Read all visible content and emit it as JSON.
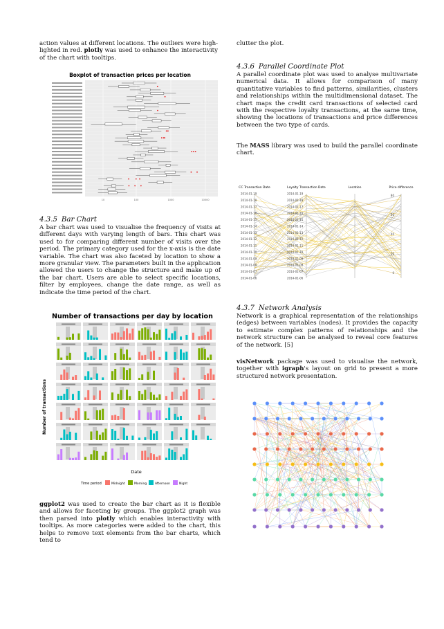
{
  "left_top_para": "action values at different locations. The outliers were highlighted in red. plotly was used to enhance the interactivity of the chart with tooltips.",
  "left_top_para_parts": [
    "action values at different locations. The outliers were high-",
    "lighted in red. ",
    "plotly",
    " was used to enhance the interactivity",
    "of the chart with tooltips."
  ],
  "boxplot": {
    "title": "Boxplot of transaction prices per location",
    "outlier_color": "#e41a1c",
    "x_ticks": [
      "10",
      "100",
      "1000",
      "10000"
    ]
  },
  "sec_435": {
    "num": "4.3.5",
    "title": "Bar Chart"
  },
  "bar_para": "A bar chart was used to visualise the frequency of visits at different days with varying length of bars. This chart was used to for comparing different number of visits over the period. The primary category used for the x-axis is the date variable. The chart was also faceted by location to show a more granular view. The parameters built in the application allowed the users to change the structure and make up of the bar chart. Users are able to select specific locations, filter by employees, change the date range, as well as indicate the time period of the chart.",
  "barchart": {
    "title": "Number of transactions per day by location",
    "ylabel": "Number of transactions",
    "xlabel": "Date",
    "legend_title": "Time period",
    "legend": [
      {
        "name": "Midnight",
        "color": "#f8766d"
      },
      {
        "name": "Morning",
        "color": "#7cae00"
      },
      {
        "name": "Afternoon",
        "color": "#00bfc4"
      },
      {
        "name": "Night",
        "color": "#c77cff"
      }
    ]
  },
  "ggplot_para_parts": [
    "ggplot2",
    " was used to create the bar chart as it is flexible and allows for faceting by groups. The ggplot2 graph was then parsed into ",
    "plotly",
    " which enables interactivity with tooltips. As more categories were added to the chart, this helps to remove text elements from the bar charts, which tend to"
  ],
  "right_top_para": "clutter the plot.",
  "sec_436": {
    "num": "4.3.6",
    "title": "Parallel Coordinate Plot"
  },
  "pcp_para": "A parallel coordinate plot was used to analyse multivariate numerical data. It allows for comparison of many quantitative variables to find patterns, similarities, clusters and relationships within the multidimensional dataset. The chart maps the credit card transactions of selected card with the respective loyalty transactions, at the same time, showing the locations of transactions and price differences between the two type of cards.",
  "mass_para_parts": [
    "The ",
    "MASS",
    " library was used to build the parallel coordinate chart."
  ],
  "pcp": {
    "axes": [
      "CC Transaction Date",
      "Loyalty Transaction Date",
      "Location",
      "Price difference"
    ],
    "dates": [
      "2014-01-19",
      "2014-01-18",
      "2014-01-17",
      "2014-01-16",
      "2014-01-15",
      "2014-01-14",
      "2014-01-13",
      "2014-01-12",
      "2014-01-11",
      "2014-01-10",
      "2014-01-09",
      "2014-01-08",
      "2014-01-07",
      "2014-01-06"
    ],
    "price_ticks": [
      "80",
      "60",
      "40",
      "20",
      "0"
    ]
  },
  "sec_437": {
    "num": "4.3.7",
    "title": "Network Analysis"
  },
  "net_para": "Network is a graphical representation of the relationships (edges) between variables (nodes). It provides the capacity to estimate complex patterns of relationships and the network structure can be analysed to reveal core features of the network. [5]",
  "visnet_para_parts": [
    "visNetwork",
    " package was used to visualise the network, together with ",
    "igraph",
    "'s layout on grid to present a more structured network presentation."
  ]
}
